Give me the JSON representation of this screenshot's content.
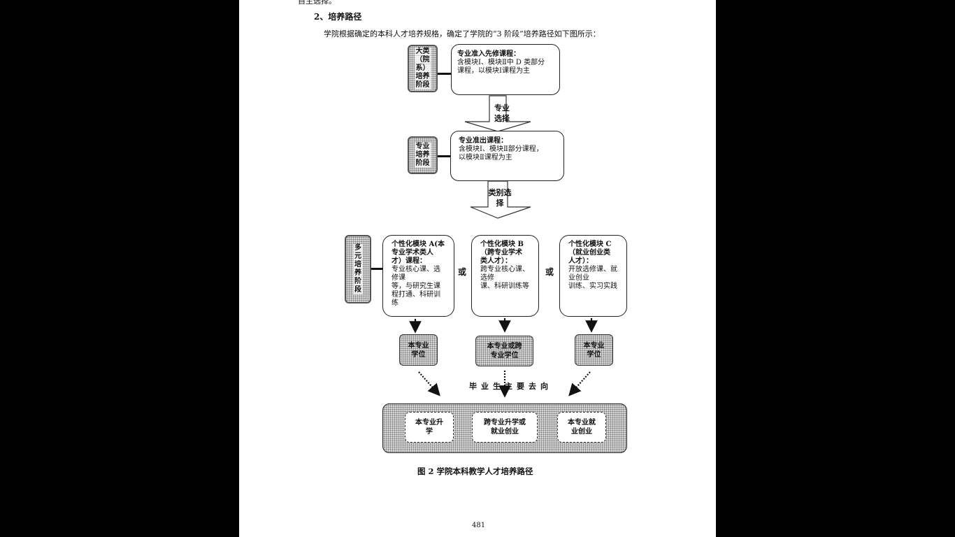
{
  "document": {
    "cut_line": "自主选择。",
    "heading": "2、培养路径",
    "intro": "学院根据确定的本科人才培养规格，确定了学院的“3 阶段”培养路径如下图所示：",
    "caption": "图 2  学院本科教学人才培养路径",
    "page_number": "481"
  },
  "diagram": {
    "stages": [
      {
        "label_lines": [
          "大类",
          "（院",
          "系）",
          "培养",
          "阶段"
        ]
      },
      {
        "label_lines": [
          "专业",
          "培养",
          "阶段"
        ]
      },
      {
        "label_lines": [
          "多",
          "元",
          "培",
          "养",
          "阶",
          "段"
        ]
      }
    ],
    "stage1_box": {
      "title": "专业准入先修课程：",
      "body_lines": [
        "含模块Ⅰ、模块Ⅱ中 D 类部分",
        "课程，以模块Ⅰ课程为主"
      ]
    },
    "arrow1_label": [
      "专业",
      "选择"
    ],
    "stage2_box": {
      "title": "专业准出课程：",
      "body_lines": [
        "含模块Ⅰ、模块Ⅱ部分课程，",
        "以模块Ⅱ课程为主"
      ]
    },
    "arrow2_label": [
      "类别选",
      "择"
    ],
    "modules": [
      {
        "title_lines": [
          "个性化模块 A(本",
          "专业学术类人",
          "才）课程："
        ],
        "body_lines": [
          "专业核心课、选修课",
          "等，与研究生课",
          "程打通、科研训",
          "练"
        ]
      },
      {
        "title_lines": [
          "个性化模块 B",
          "（跨专业学术",
          "类人才）："
        ],
        "body_lines": [
          "跨专业核心课、选修",
          "课、科研训练等"
        ]
      },
      {
        "title_lines": [
          "个性化模块 C",
          "（就业创业类",
          "人才）："
        ],
        "body_lines": [
          "开放选修课、就业创业",
          "训练、实习实践"
        ]
      }
    ],
    "or_label": "或",
    "degrees": [
      {
        "lines": [
          "本专业",
          "学位"
        ]
      },
      {
        "lines": [
          "本专业或跨",
          "专业学位"
        ]
      },
      {
        "lines": [
          "本专业",
          "学位"
        ]
      }
    ],
    "destinations_label": "毕业生主要去向",
    "destinations": [
      {
        "lines": [
          "本专业升",
          "学"
        ]
      },
      {
        "lines": [
          "跨专业升学或",
          "就业创业"
        ]
      },
      {
        "lines": [
          "本专业就",
          "业创业"
        ]
      }
    ]
  }
}
